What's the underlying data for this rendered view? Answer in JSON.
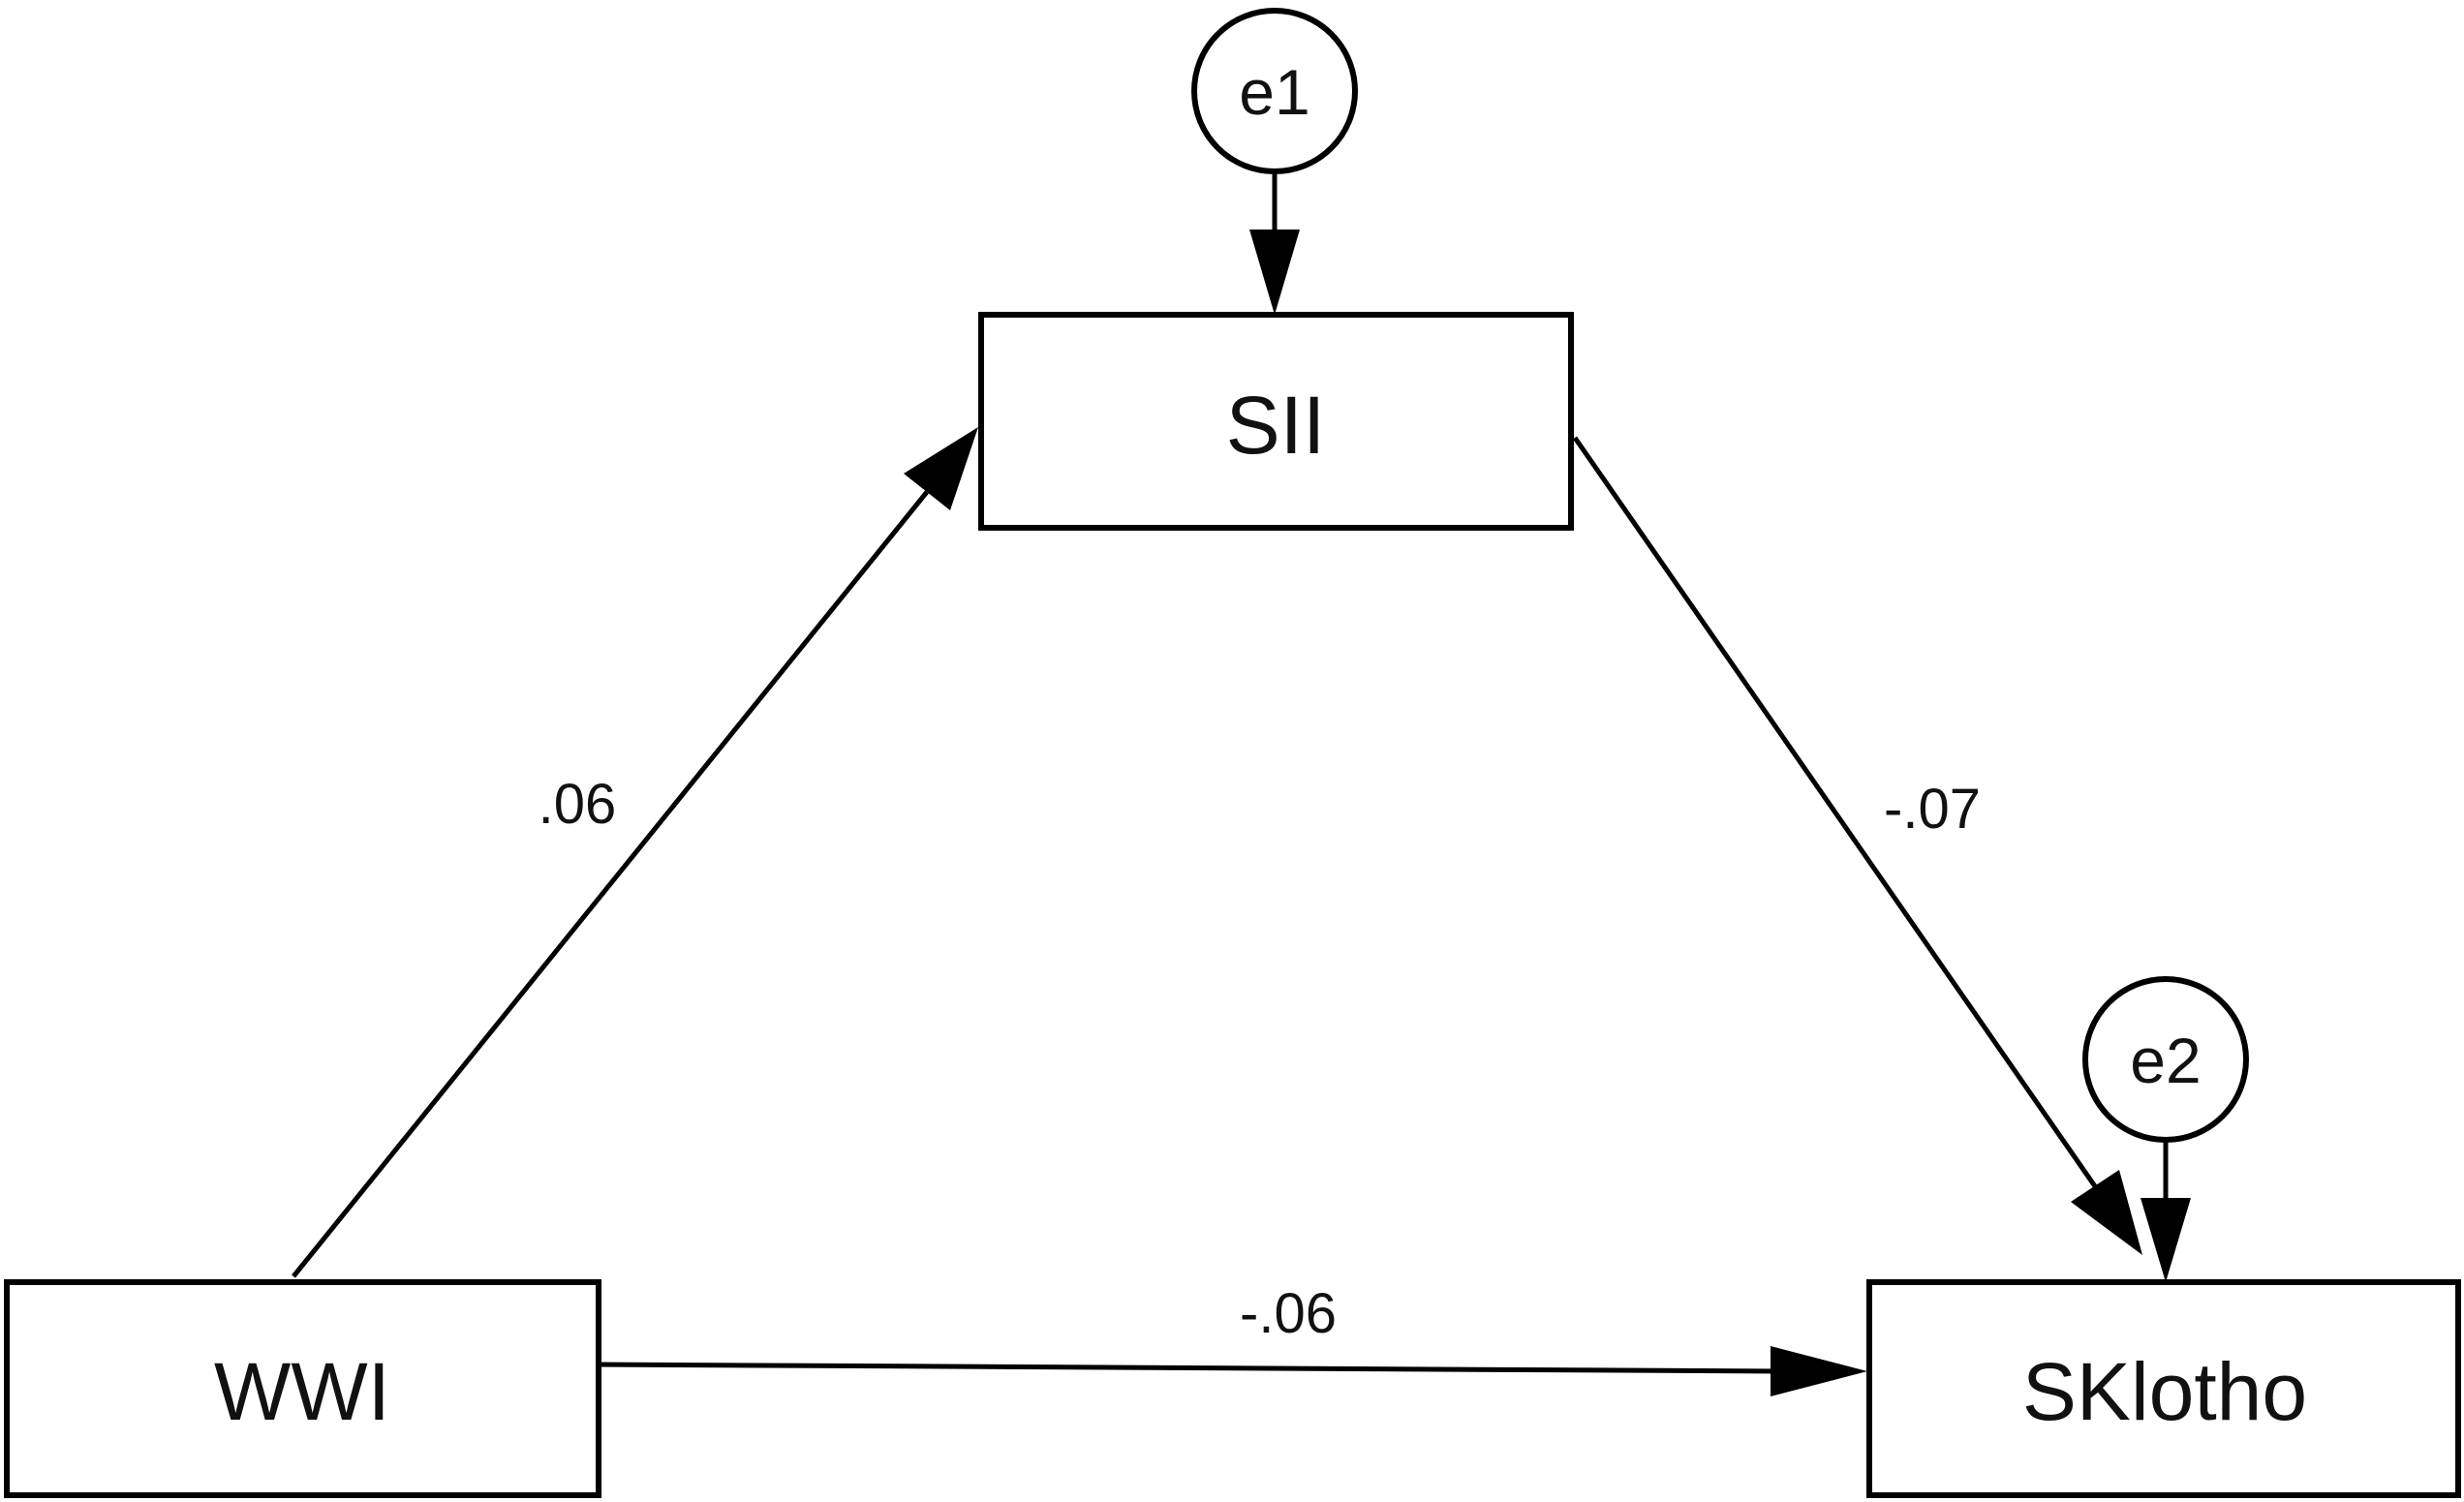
{
  "nodes": {
    "sii": {
      "label": "SII"
    },
    "wwi": {
      "label": "WWI"
    },
    "sklotho": {
      "label": "SKlotho"
    }
  },
  "errors": {
    "e1": {
      "label": "e1"
    },
    "e2": {
      "label": "e2"
    }
  },
  "paths": {
    "wwi_to_sii": {
      "coef": ".06"
    },
    "sii_to_sklotho": {
      "coef": "-.07"
    },
    "wwi_to_sklotho": {
      "coef": "-.06"
    }
  }
}
